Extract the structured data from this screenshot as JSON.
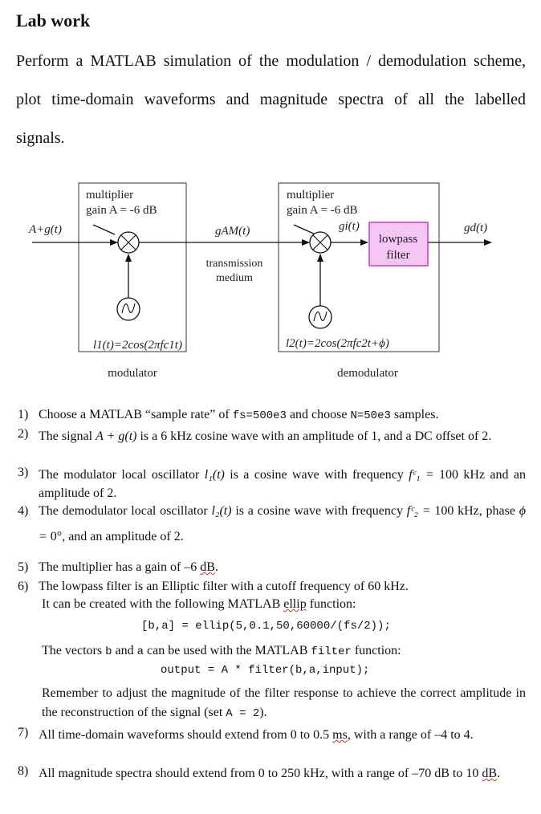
{
  "title": "Lab work",
  "intro_lines": [
    "Perform a MATLAB simulation of the modulation / demodulation scheme,",
    "plot time-domain waveforms and magnitude spectra of all the labelled",
    "signals."
  ],
  "diagram": {
    "mod_multiplier": "multiplier",
    "mod_gain": "gain A = -6 dB",
    "demod_multiplier": "multiplier",
    "demod_gain": "gain A = -6 dB",
    "input_label": "A+g(t)",
    "gam_label": "gAM(t)",
    "gi_label": "gi(t)",
    "gd_label": "gd(t)",
    "medium_line1": "transmission",
    "medium_line2": "medium",
    "filter_line1": "lowpass",
    "filter_line2": "filter",
    "l1_label": "l1(t)=2cos(2πfc1t)",
    "l2_label": "l2(t)=2cos(2πfc2t+ϕ)",
    "modulator": "modulator",
    "demodulator": "demodulator",
    "filter_color": "#f5c6f5",
    "filter_border": "#c040c0"
  },
  "items": [
    {
      "num": "1)",
      "pre": "Choose a MATLAB “sample rate” of ",
      "code1": "fs=500e3",
      "mid": " and choose ",
      "code2": "N=50e3",
      "post": " samples."
    },
    {
      "num": "2)",
      "a": "The signal ",
      "math": "A + g(t)",
      "b": " is a 6 kHz cosine wave with an amplitude of 1, and a DC offset of 2."
    },
    {
      "num": "3)",
      "a": "The modulator local oscillator ",
      "math": "l₁(t)",
      "b": " is a cosine wave with frequency ",
      "math2": "fᶜ₁ = ",
      "c": "100 kHz and an amplitude of 2."
    },
    {
      "num": "4)",
      "a": "The demodulator local oscillator ",
      "math": "l₂(t)",
      "b": " is a cosine wave with frequency ",
      "math2": "fᶜ₂ = ",
      "c": "100",
      "d": "kHz, phase ",
      "math3": "ϕ = ",
      "e": "0°, and an amplitude of 2."
    },
    {
      "num": "5)",
      "a": "The multiplier has a gain of –6 ",
      "b": "dB",
      "c": "."
    },
    {
      "num": "6)",
      "a": "The lowpass filter is an Elliptic filter with a cutoff frequency of 60 kHz."
    },
    {
      "num": "7)",
      "a": "All time-domain waveforms should extend from 0 to 0.5 ",
      "b": "ms",
      "c": ", with a range of –4 to 4."
    },
    {
      "num": "8)",
      "a": "All magnitude spectra should extend from 0 to 250 kHz, with a range of –70 dB to 10 ",
      "b": "dB",
      "c": "."
    }
  ],
  "sub6": {
    "l1a": "It can be created with the following MATLAB ",
    "l1b": "ellip",
    "l1c": " function:",
    "code": "[b,a] = ellip(5,0.1,50,60000/(fs/2));",
    "l2a": "The vectors ",
    "l2b": "b",
    "l2c": " and ",
    "l2d": "a",
    "l2e": " can be used with the MATLAB ",
    "l2f": "filter",
    "l2g": " function:",
    "code2": "output = A * filter(b,a,input);",
    "remember": "Remember to adjust the magnitude of the filter response to achieve the correct amplitude in the reconstruction of the signal (set ",
    "remember_code": "A = 2",
    "remember_end": ")."
  }
}
